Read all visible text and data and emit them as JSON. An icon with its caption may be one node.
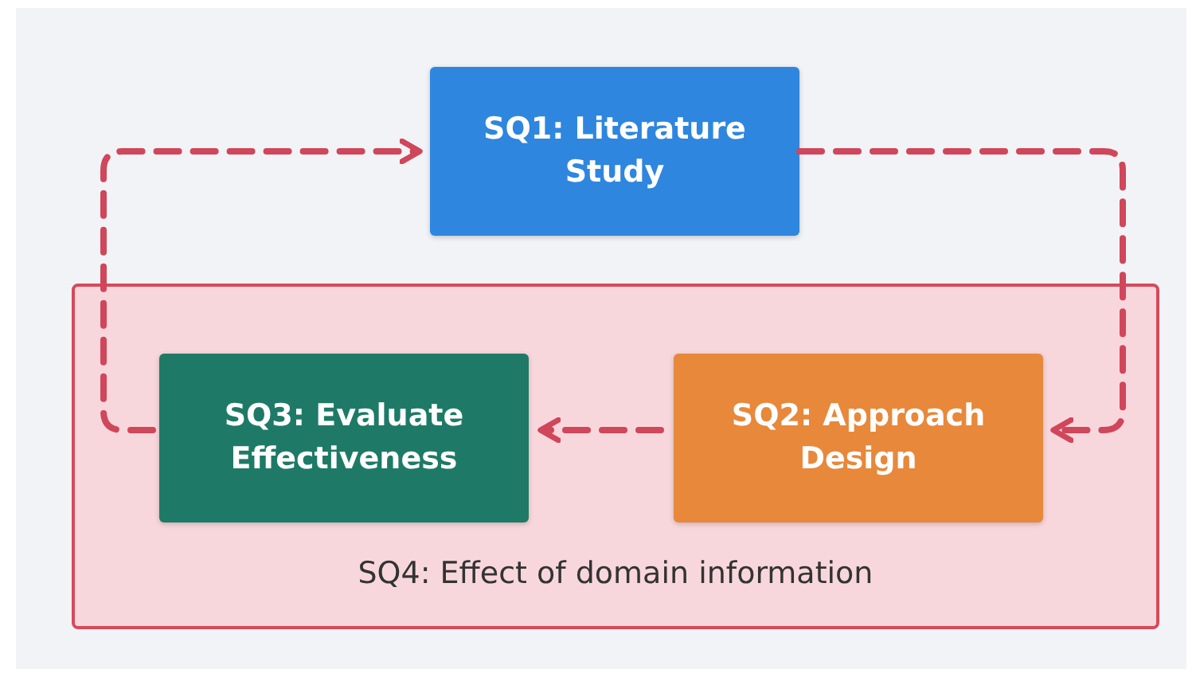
{
  "diagram": {
    "nodes": [
      {
        "text": [
          "SQ1: Literature Study"
        ]
      },
      {
        "text": [
          "SQ4: Effect of domain information"
        ]
      },
      {
        "text": [
          "SQ3: Evaluate Effectiveness"
        ],
        "in": 1
      },
      {
        "text": [
          "SQ2: Approach Design"
        ],
        "in": 1
      }
    ],
    "edges": [
      {
        "from": 0,
        "to": 3,
        "arrow": "to",
        "style": "dashed"
      },
      {
        "from": 3,
        "to": 2,
        "arrow": "to",
        "style": "dashed"
      },
      {
        "from": 2,
        "to": 0,
        "arrow": "to",
        "style": "dashed"
      }
    ]
  }
}
